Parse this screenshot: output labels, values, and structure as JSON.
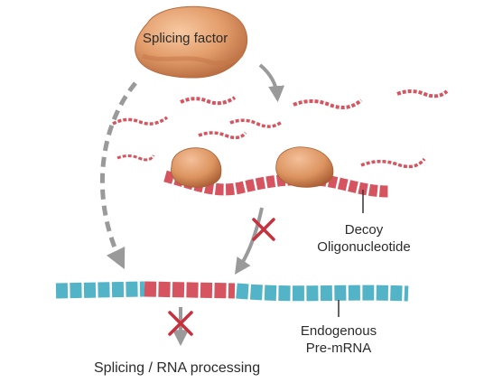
{
  "labels": {
    "splicing_factor": "Splicing factor",
    "decoy_line1": "Decoy",
    "decoy_line2": "Oligonucleotide",
    "endogenous_line1": "Endogenous",
    "endogenous_line2": "Pre-mRNA",
    "outcome": "Splicing / RNA processing"
  },
  "colors": {
    "protein_light": "#f1b589",
    "protein_mid": "#e08f5c",
    "protein_dark": "#b7663a",
    "decoy_red": "#d6545f",
    "decoy_dark": "#a93641",
    "premrna_teal": "#53b3c7",
    "arrow_gray": "#9a9a9a",
    "cross_red": "#c8303c"
  },
  "icons": {
    "blocked_marker": "red-x-icon",
    "arrow": "gray-arrow-icon"
  }
}
